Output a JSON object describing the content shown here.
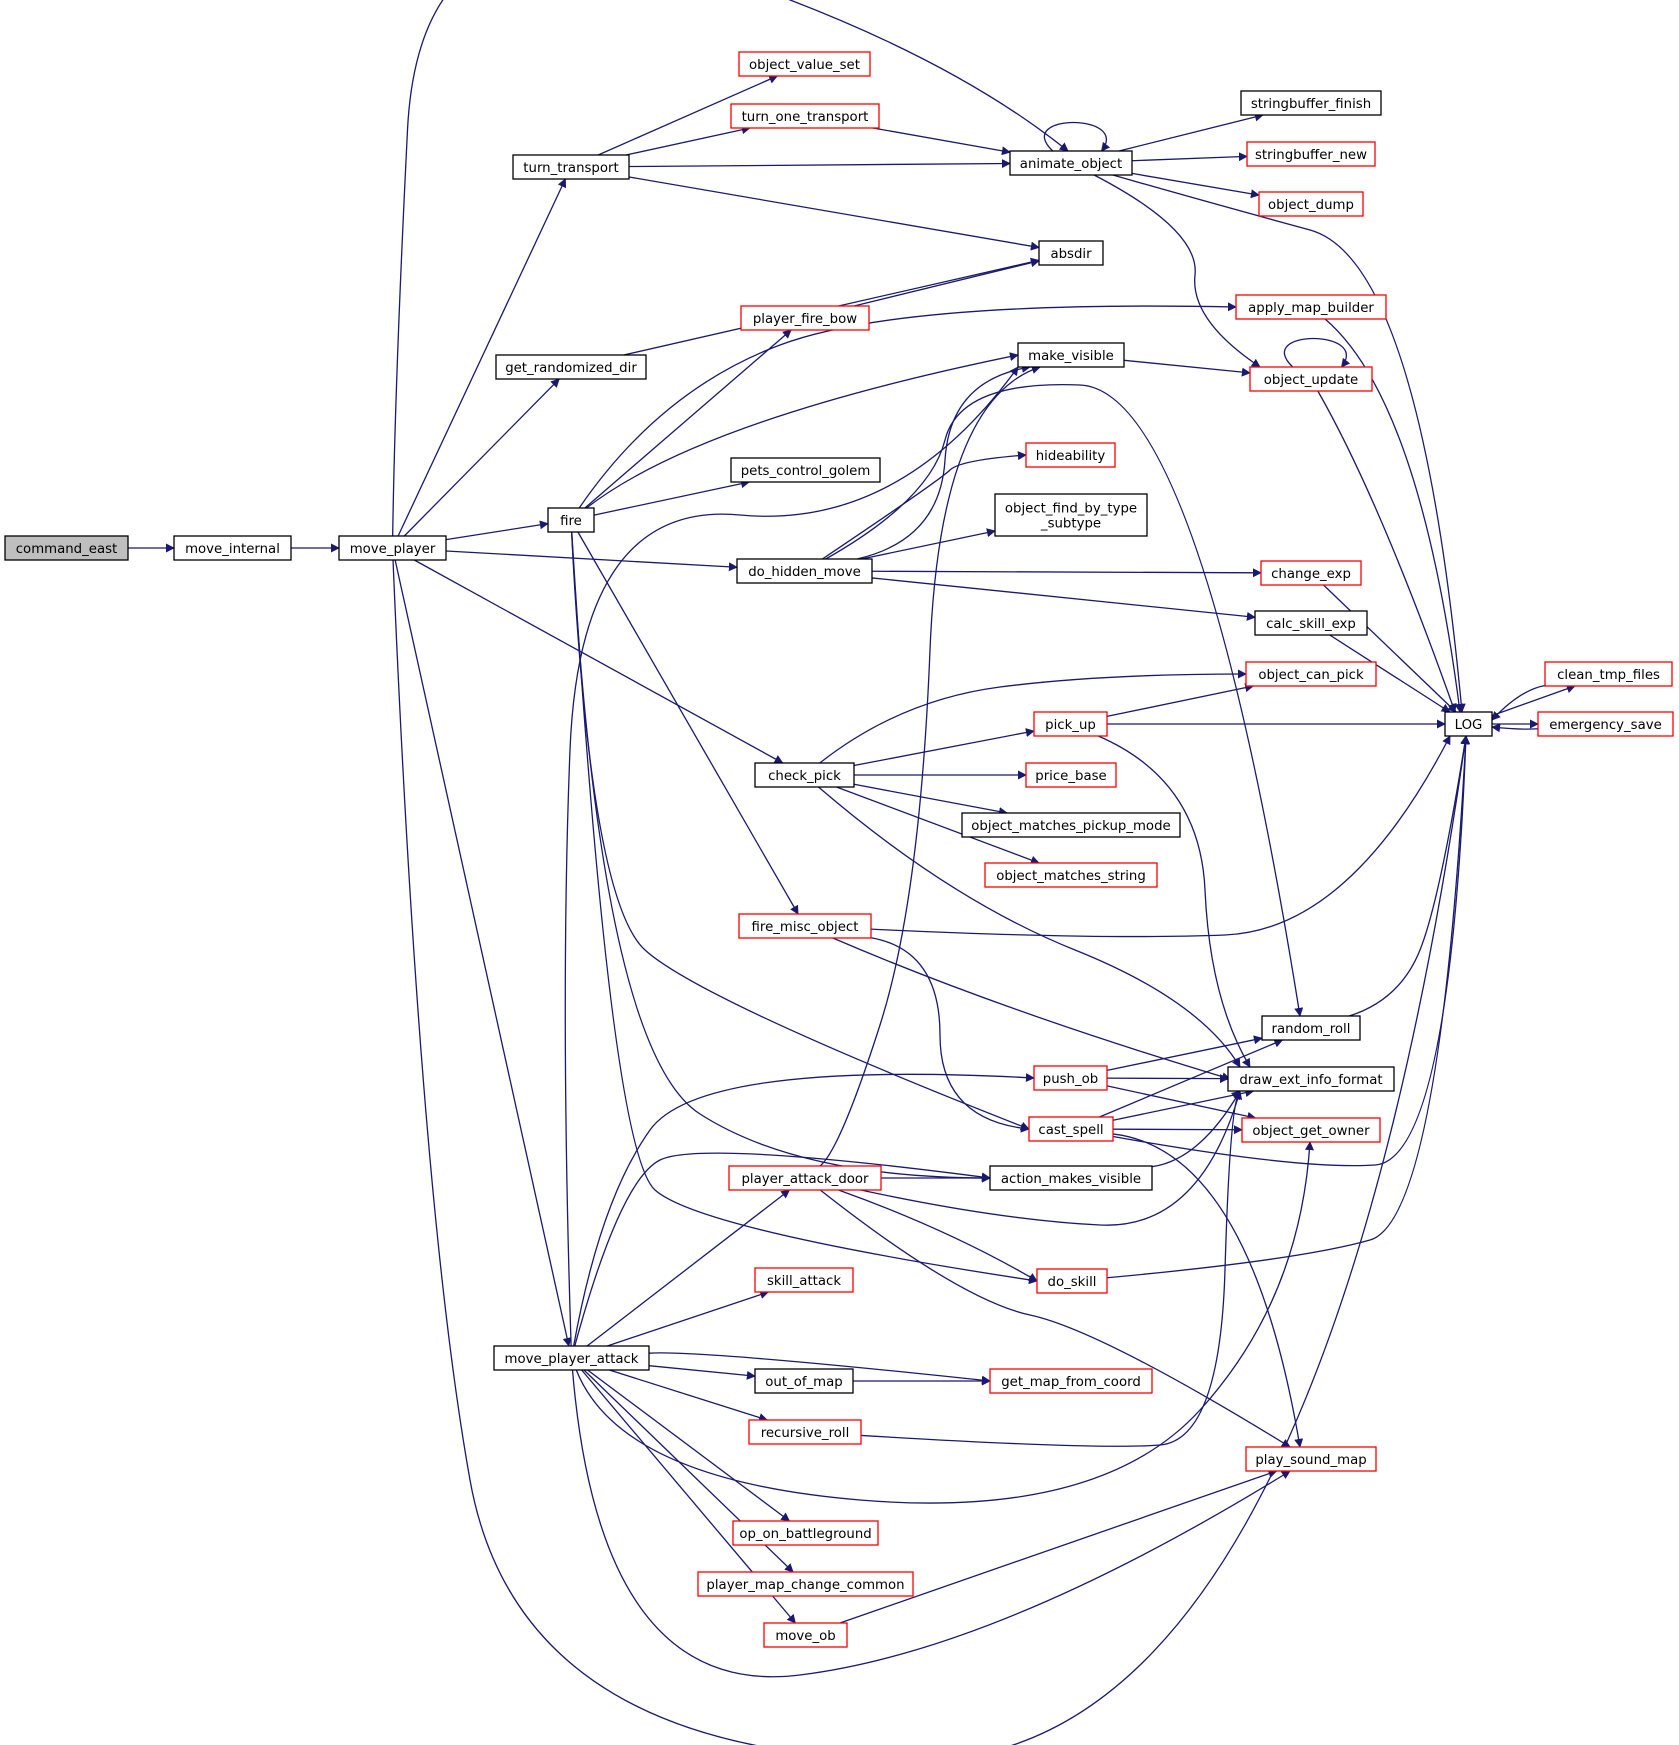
{
  "graph": {
    "nodes": [
      {
        "id": "command_east",
        "label": "command_east",
        "kind": "root"
      },
      {
        "id": "move_internal",
        "label": "move_internal",
        "kind": "plain"
      },
      {
        "id": "move_player",
        "label": "move_player",
        "kind": "plain"
      },
      {
        "id": "turn_transport",
        "label": "turn_transport",
        "kind": "plain"
      },
      {
        "id": "get_randomized_dir",
        "label": "get_randomized_dir",
        "kind": "plain"
      },
      {
        "id": "fire",
        "label": "fire",
        "kind": "plain"
      },
      {
        "id": "do_hidden_move",
        "label": "do_hidden_move",
        "kind": "plain"
      },
      {
        "id": "check_pick",
        "label": "check_pick",
        "kind": "plain"
      },
      {
        "id": "move_player_attack",
        "label": "move_player_attack",
        "kind": "plain"
      },
      {
        "id": "object_value_set",
        "label": "object_value_set",
        "kind": "undocumented"
      },
      {
        "id": "turn_one_transport",
        "label": "turn_one_transport",
        "kind": "undocumented"
      },
      {
        "id": "player_fire_bow",
        "label": "player_fire_bow",
        "kind": "undocumented"
      },
      {
        "id": "pets_control_golem",
        "label": "pets_control_golem",
        "kind": "plain"
      },
      {
        "id": "fire_misc_object",
        "label": "fire_misc_object",
        "kind": "undocumented"
      },
      {
        "id": "player_attack_door",
        "label": "player_attack_door",
        "kind": "undocumented"
      },
      {
        "id": "skill_attack",
        "label": "skill_attack",
        "kind": "undocumented"
      },
      {
        "id": "out_of_map",
        "label": "out_of_map",
        "kind": "plain"
      },
      {
        "id": "recursive_roll",
        "label": "recursive_roll",
        "kind": "undocumented"
      },
      {
        "id": "op_on_battleground",
        "label": "op_on_battleground",
        "kind": "undocumented"
      },
      {
        "id": "player_map_change_common",
        "label": "player_map_change_common",
        "kind": "undocumented"
      },
      {
        "id": "move_ob",
        "label": "move_ob",
        "kind": "undocumented"
      },
      {
        "id": "animate_object",
        "label": "animate_object",
        "kind": "plain"
      },
      {
        "id": "absdir",
        "label": "absdir",
        "kind": "plain"
      },
      {
        "id": "make_visible",
        "label": "make_visible",
        "kind": "plain"
      },
      {
        "id": "hideability",
        "label": "hideability",
        "kind": "undocumented"
      },
      {
        "id": "object_find_by_type_subtype",
        "label": [
          "object_find_by_type",
          "_subtype"
        ],
        "kind": "plain"
      },
      {
        "id": "pick_up",
        "label": "pick_up",
        "kind": "undocumented"
      },
      {
        "id": "price_base",
        "label": "price_base",
        "kind": "undocumented"
      },
      {
        "id": "object_matches_pickup_mode",
        "label": "object_matches_pickup_mode",
        "kind": "plain"
      },
      {
        "id": "object_matches_string",
        "label": "object_matches_string",
        "kind": "undocumented"
      },
      {
        "id": "push_ob",
        "label": "push_ob",
        "kind": "undocumented"
      },
      {
        "id": "cast_spell",
        "label": "cast_spell",
        "kind": "undocumented"
      },
      {
        "id": "action_makes_visible",
        "label": "action_makes_visible",
        "kind": "plain"
      },
      {
        "id": "do_skill",
        "label": "do_skill",
        "kind": "undocumented"
      },
      {
        "id": "get_map_from_coord",
        "label": "get_map_from_coord",
        "kind": "undocumented"
      },
      {
        "id": "stringbuffer_finish",
        "label": "stringbuffer_finish",
        "kind": "plain"
      },
      {
        "id": "stringbuffer_new",
        "label": "stringbuffer_new",
        "kind": "undocumented"
      },
      {
        "id": "object_dump",
        "label": "object_dump",
        "kind": "undocumented"
      },
      {
        "id": "apply_map_builder",
        "label": "apply_map_builder",
        "kind": "undocumented"
      },
      {
        "id": "object_update",
        "label": "object_update",
        "kind": "undocumented"
      },
      {
        "id": "change_exp",
        "label": "change_exp",
        "kind": "undocumented"
      },
      {
        "id": "calc_skill_exp",
        "label": "calc_skill_exp",
        "kind": "plain"
      },
      {
        "id": "object_can_pick",
        "label": "object_can_pick",
        "kind": "undocumented"
      },
      {
        "id": "random_roll",
        "label": "random_roll",
        "kind": "plain"
      },
      {
        "id": "draw_ext_info_format",
        "label": "draw_ext_info_format",
        "kind": "plain"
      },
      {
        "id": "object_get_owner",
        "label": "object_get_owner",
        "kind": "undocumented"
      },
      {
        "id": "play_sound_map",
        "label": "play_sound_map",
        "kind": "undocumented"
      },
      {
        "id": "LOG",
        "label": "LOG",
        "kind": "plain"
      },
      {
        "id": "clean_tmp_files",
        "label": "clean_tmp_files",
        "kind": "undocumented"
      },
      {
        "id": "emergency_save",
        "label": "emergency_save",
        "kind": "undocumented"
      }
    ],
    "edges": [
      {
        "from": "command_east",
        "to": "move_internal"
      },
      {
        "from": "move_internal",
        "to": "move_player"
      },
      {
        "from": "move_player",
        "to": "turn_transport"
      },
      {
        "from": "move_player",
        "to": "get_randomized_dir"
      },
      {
        "from": "move_player",
        "to": "fire"
      },
      {
        "from": "move_player",
        "to": "do_hidden_move"
      },
      {
        "from": "move_player",
        "to": "check_pick"
      },
      {
        "from": "move_player",
        "to": "move_player_attack"
      },
      {
        "from": "move_player",
        "to": "animate_object"
      },
      {
        "from": "move_player",
        "to": "LOG"
      },
      {
        "from": "turn_transport",
        "to": "object_value_set"
      },
      {
        "from": "turn_transport",
        "to": "turn_one_transport"
      },
      {
        "from": "turn_transport",
        "to": "animate_object"
      },
      {
        "from": "turn_transport",
        "to": "absdir"
      },
      {
        "from": "turn_one_transport",
        "to": "animate_object"
      },
      {
        "from": "get_randomized_dir",
        "to": "absdir"
      },
      {
        "from": "fire",
        "to": "player_fire_bow"
      },
      {
        "from": "fire",
        "to": "apply_map_builder"
      },
      {
        "from": "fire",
        "to": "make_visible"
      },
      {
        "from": "fire",
        "to": "pets_control_golem"
      },
      {
        "from": "fire",
        "to": "fire_misc_object"
      },
      {
        "from": "fire",
        "to": "cast_spell"
      },
      {
        "from": "fire",
        "to": "action_makes_visible"
      },
      {
        "from": "fire",
        "to": "do_skill"
      },
      {
        "from": "player_fire_bow",
        "to": "absdir"
      },
      {
        "from": "do_hidden_move",
        "to": "make_visible"
      },
      {
        "from": "do_hidden_move",
        "to": "random_roll"
      },
      {
        "from": "do_hidden_move",
        "to": "hideability"
      },
      {
        "from": "do_hidden_move",
        "to": "object_find_by_type_subtype"
      },
      {
        "from": "do_hidden_move",
        "to": "change_exp"
      },
      {
        "from": "do_hidden_move",
        "to": "calc_skill_exp"
      },
      {
        "from": "animate_object",
        "to": "animate_object"
      },
      {
        "from": "animate_object",
        "to": "stringbuffer_finish"
      },
      {
        "from": "animate_object",
        "to": "stringbuffer_new"
      },
      {
        "from": "animate_object",
        "to": "object_dump"
      },
      {
        "from": "animate_object",
        "to": "LOG"
      },
      {
        "from": "animate_object",
        "to": "object_update"
      },
      {
        "from": "make_visible",
        "to": "object_update"
      },
      {
        "from": "object_update",
        "to": "object_update"
      },
      {
        "from": "object_update",
        "to": "LOG"
      },
      {
        "from": "apply_map_builder",
        "to": "LOG"
      },
      {
        "from": "change_exp",
        "to": "LOG"
      },
      {
        "from": "calc_skill_exp",
        "to": "LOG"
      },
      {
        "from": "check_pick",
        "to": "object_can_pick"
      },
      {
        "from": "check_pick",
        "to": "pick_up"
      },
      {
        "from": "check_pick",
        "to": "price_base"
      },
      {
        "from": "check_pick",
        "to": "object_matches_pickup_mode"
      },
      {
        "from": "check_pick",
        "to": "object_matches_string"
      },
      {
        "from": "check_pick",
        "to": "draw_ext_info_format"
      },
      {
        "from": "pick_up",
        "to": "object_can_pick"
      },
      {
        "from": "pick_up",
        "to": "LOG"
      },
      {
        "from": "pick_up",
        "to": "draw_ext_info_format"
      },
      {
        "from": "fire_misc_object",
        "to": "LOG"
      },
      {
        "from": "fire_misc_object",
        "to": "draw_ext_info_format"
      },
      {
        "from": "fire_misc_object",
        "to": "cast_spell"
      },
      {
        "from": "LOG",
        "to": "clean_tmp_files"
      },
      {
        "from": "LOG",
        "to": "emergency_save"
      },
      {
        "from": "clean_tmp_files",
        "to": "LOG"
      },
      {
        "from": "emergency_save",
        "to": "LOG"
      },
      {
        "from": "random_roll",
        "to": "LOG"
      },
      {
        "from": "push_ob",
        "to": "random_roll"
      },
      {
        "from": "push_ob",
        "to": "draw_ext_info_format"
      },
      {
        "from": "push_ob",
        "to": "object_get_owner"
      },
      {
        "from": "cast_spell",
        "to": "random_roll"
      },
      {
        "from": "cast_spell",
        "to": "draw_ext_info_format"
      },
      {
        "from": "cast_spell",
        "to": "object_get_owner"
      },
      {
        "from": "cast_spell",
        "to": "LOG"
      },
      {
        "from": "cast_spell",
        "to": "play_sound_map"
      },
      {
        "from": "action_makes_visible",
        "to": "draw_ext_info_format"
      },
      {
        "from": "do_skill",
        "to": "LOG"
      },
      {
        "from": "move_player_attack",
        "to": "push_ob"
      },
      {
        "from": "move_player_attack",
        "to": "action_makes_visible"
      },
      {
        "from": "move_player_attack",
        "to": "make_visible"
      },
      {
        "from": "move_player_attack",
        "to": "player_attack_door"
      },
      {
        "from": "move_player_attack",
        "to": "skill_attack"
      },
      {
        "from": "move_player_attack",
        "to": "get_map_from_coord"
      },
      {
        "from": "move_player_attack",
        "to": "out_of_map"
      },
      {
        "from": "move_player_attack",
        "to": "recursive_roll"
      },
      {
        "from": "move_player_attack",
        "to": "object_get_owner"
      },
      {
        "from": "move_player_attack",
        "to": "op_on_battleground"
      },
      {
        "from": "move_player_attack",
        "to": "player_map_change_common"
      },
      {
        "from": "move_player_attack",
        "to": "move_ob"
      },
      {
        "from": "move_player_attack",
        "to": "play_sound_map"
      },
      {
        "from": "player_attack_door",
        "to": "make_visible"
      },
      {
        "from": "player_attack_door",
        "to": "action_makes_visible"
      },
      {
        "from": "player_attack_door",
        "to": "draw_ext_info_format"
      },
      {
        "from": "player_attack_door",
        "to": "do_skill"
      },
      {
        "from": "player_attack_door",
        "to": "play_sound_map"
      },
      {
        "from": "out_of_map",
        "to": "get_map_from_coord"
      },
      {
        "from": "recursive_roll",
        "to": "draw_ext_info_format"
      },
      {
        "from": "move_ob",
        "to": "play_sound_map"
      }
    ]
  },
  "colors": {
    "edge": "#191970",
    "root_fill": "#bfbfbf",
    "plain_border": "#000000",
    "undocumented_border": "#ff0000",
    "background": "#ffffff"
  }
}
